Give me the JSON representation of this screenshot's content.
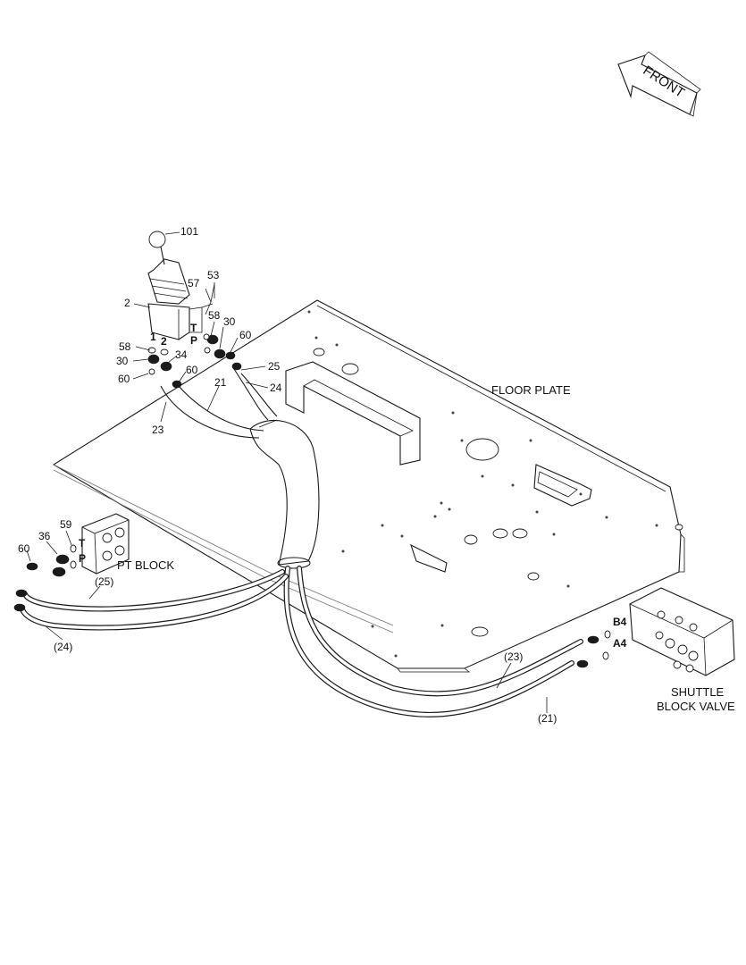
{
  "front_label": "FRONT",
  "components": {
    "floor_plate": "FLOOR PLATE",
    "pt_block": "PT BLOCK",
    "shuttle_block_line1": "SHUTTLE",
    "shuttle_block_line2": "BLOCK VALVE"
  },
  "ports": {
    "joystick_T": "T",
    "joystick_P": "P",
    "joystick_1": "1",
    "joystick_2": "2",
    "pt_T": "T",
    "pt_P": "P",
    "shuttle_B4": "B4",
    "shuttle_A4": "A4"
  },
  "callouts": {
    "c101": "101",
    "c53": "53",
    "c57": "57",
    "c2": "2",
    "c58_right": "58",
    "c30_right": "30",
    "c60_right": "60",
    "c58_left": "58",
    "c30_left": "30",
    "c60_left": "60",
    "c34": "34",
    "c60_mid": "60",
    "c25": "25",
    "c24": "24",
    "c21": "21",
    "c23": "23",
    "c59": "59",
    "c36": "36",
    "c60_pt": "60",
    "c25_paren": "(25)",
    "c24_paren": "(24)",
    "c23_paren": "(23)",
    "c21_paren": "(21)"
  }
}
